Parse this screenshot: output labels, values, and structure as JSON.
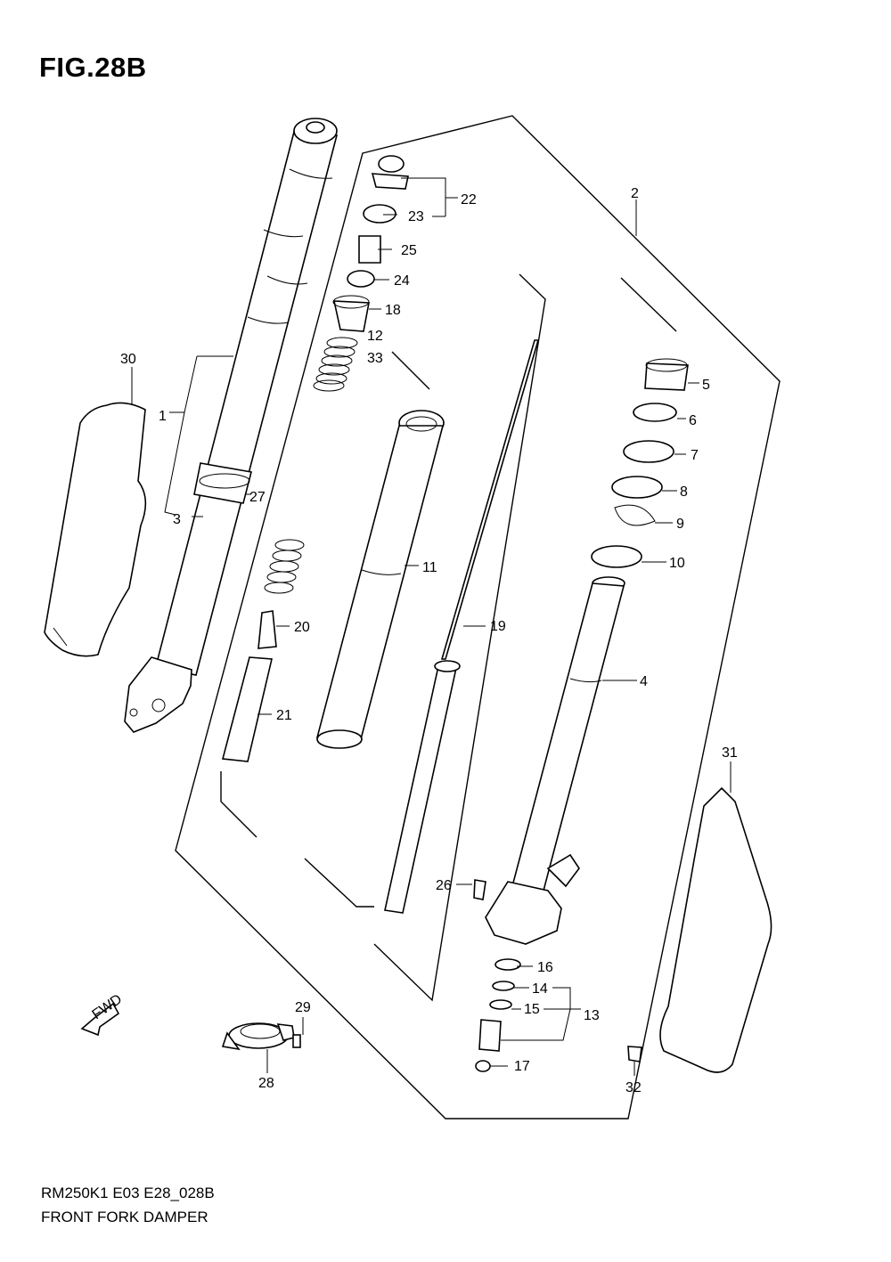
{
  "figure": {
    "title": "FIG.28B",
    "model_code": "RM250K1 E03 E28_028B",
    "description": "FRONT FORK DAMPER"
  },
  "callouts": [
    "1",
    "2",
    "3",
    "4",
    "5",
    "6",
    "7",
    "8",
    "9",
    "10",
    "11",
    "12",
    "13",
    "14",
    "15",
    "16",
    "17",
    "18",
    "19",
    "20",
    "21",
    "22",
    "23",
    "24",
    "25",
    "26",
    "27",
    "28",
    "29",
    "30",
    "31",
    "32",
    "33"
  ],
  "fwd_label": "FWD"
}
